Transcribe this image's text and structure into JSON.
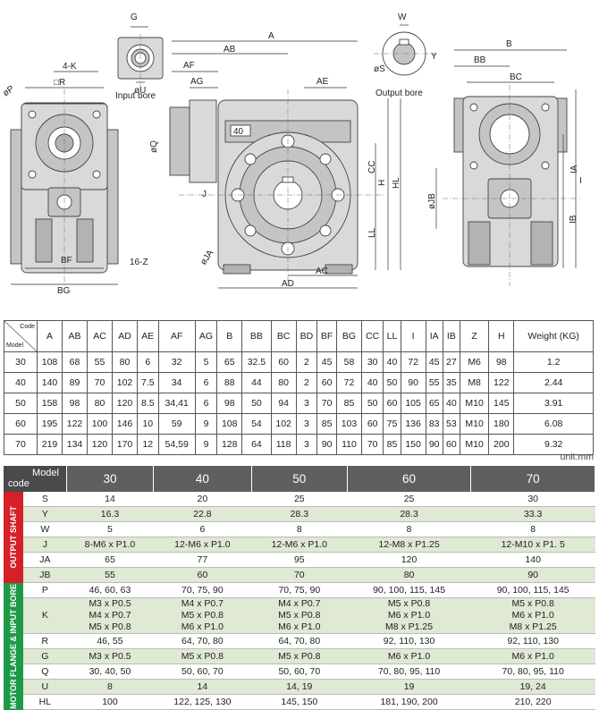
{
  "drawing": {
    "labels": {
      "G": "G",
      "U": "øU",
      "input_bore": "Input bore",
      "W": "W",
      "S": "øS",
      "Y": "Y",
      "output_bore": "Output bore",
      "K": "4-K",
      "R": "□R",
      "P": "øP",
      "BF": "BF",
      "BG": "BG",
      "Z": "16-Z",
      "A": "A",
      "AB": "AB",
      "AF": "AF",
      "AG": "AG",
      "AE": "AE",
      "Q": "øQ",
      "J": "J",
      "JA": "øJA",
      "AC": "AC",
      "AD": "AD",
      "CC": "CC",
      "H": "H",
      "HL": "HL",
      "LL": "LL",
      "fourty": "40",
      "B": "B",
      "BB": "BB",
      "BC": "BC",
      "JB": "øJB",
      "IA": "IA",
      "I": "I",
      "IB": "IB"
    }
  },
  "table1": {
    "corner_code": "Code",
    "corner_model": "Model",
    "headers": [
      "A",
      "AB",
      "AC",
      "AD",
      "AE",
      "AF",
      "AG",
      "B",
      "BB",
      "BC",
      "BD",
      "BF",
      "BG",
      "CC",
      "LL",
      "I",
      "IA",
      "IB",
      "Z",
      "H",
      "Weight (KG)"
    ],
    "rows": [
      [
        "30",
        "108",
        "68",
        "55",
        "80",
        "6",
        "32",
        "5",
        "65",
        "32.5",
        "60",
        "2",
        "45",
        "58",
        "30",
        "40",
        "72",
        "45",
        "27",
        "M6",
        "98",
        "1.2"
      ],
      [
        "40",
        "140",
        "89",
        "70",
        "102",
        "7.5",
        "34",
        "6",
        "88",
        "44",
        "80",
        "2",
        "60",
        "72",
        "40",
        "50",
        "90",
        "55",
        "35",
        "M8",
        "122",
        "2.44"
      ],
      [
        "50",
        "158",
        "98",
        "80",
        "120",
        "8.5",
        "34,41",
        "6",
        "98",
        "50",
        "94",
        "3",
        "70",
        "85",
        "50",
        "60",
        "105",
        "65",
        "40",
        "M10",
        "145",
        "3.91"
      ],
      [
        "60",
        "195",
        "122",
        "100",
        "146",
        "10",
        "59",
        "9",
        "108",
        "54",
        "102",
        "3",
        "85",
        "103",
        "60",
        "75",
        "136",
        "83",
        "53",
        "M10",
        "180",
        "6.08"
      ],
      [
        "70",
        "219",
        "134",
        "120",
        "170",
        "12",
        "54,59",
        "9",
        "128",
        "64",
        "118",
        "3",
        "90",
        "110",
        "70",
        "85",
        "150",
        "90",
        "60",
        "M10",
        "200",
        "9.32"
      ]
    ]
  },
  "unit": "unit:mm",
  "table2": {
    "model_label": "Model",
    "code_label": "code",
    "models": [
      "30",
      "40",
      "50",
      "60",
      "70"
    ],
    "section1": "OUTPUT SHAFT",
    "section2": "MOTOR FLANGE & INPUT BORE",
    "colors": {
      "output_shaft": "#d42027",
      "motor_flange": "#1d9a47",
      "header": "#5f5f5f",
      "shade": "#dfe9d3"
    },
    "rows1": [
      {
        "code": "S",
        "values": [
          "14",
          "20",
          "25",
          "25",
          "30"
        ]
      },
      {
        "code": "Y",
        "values": [
          "16.3",
          "22.8",
          "28.3",
          "28.3",
          "33.3"
        ]
      },
      {
        "code": "W",
        "values": [
          "5",
          "6",
          "8",
          "8",
          "8"
        ]
      },
      {
        "code": "J",
        "values": [
          "8-M6 x P1.0",
          "12-M6 x P1.0",
          "12-M6 x P1.0",
          "12-M8 x P1.25",
          "12-M10 x P1. 5"
        ]
      },
      {
        "code": "JA",
        "values": [
          "65",
          "77",
          "95",
          "120",
          "140"
        ]
      },
      {
        "code": "JB",
        "values": [
          "55",
          "60",
          "70",
          "80",
          "90"
        ]
      }
    ],
    "rows2": [
      {
        "code": "P",
        "values": [
          "46, 60, 63",
          "70, 75, 90",
          "70, 75, 90",
          "90, 100, 115, 145",
          "90, 100, 115, 145"
        ]
      },
      {
        "code": "K",
        "values": [
          "M3 x P0.5\nM4 x P0.7\nM5 x P0.8",
          "M4 x P0.7\nM5 x P0.8\nM6 x P1.0",
          "M4 x P0.7\nM5 x P0.8\nM6 x P1.0",
          "M5 x P0.8\nM6 x P1.0\nM8 x P1.25",
          "M5 x P0.8\nM6 x P1.0\nM8 x P1.25"
        ]
      },
      {
        "code": "R",
        "values": [
          "46, 55",
          "64, 70, 80",
          "64, 70, 80",
          "92, 110, 130",
          "92, 110, 130"
        ]
      },
      {
        "code": "G",
        "values": [
          "M3 x P0.5",
          "M5 x P0.8",
          "M5 x P0.8",
          "M6 x P1.0",
          "M6 x P1.0"
        ]
      },
      {
        "code": "Q",
        "values": [
          "30, 40, 50",
          "50, 60, 70",
          "50, 60, 70",
          "70, 80, 95, 110",
          "70, 80, 95, 110"
        ]
      },
      {
        "code": "U",
        "values": [
          "8",
          "14",
          "14, 19",
          "19",
          "19, 24"
        ]
      },
      {
        "code": "HL",
        "values": [
          "100",
          "122, 125, 130",
          "145, 150",
          "181, 190, 200",
          "210, 220"
        ]
      }
    ]
  }
}
